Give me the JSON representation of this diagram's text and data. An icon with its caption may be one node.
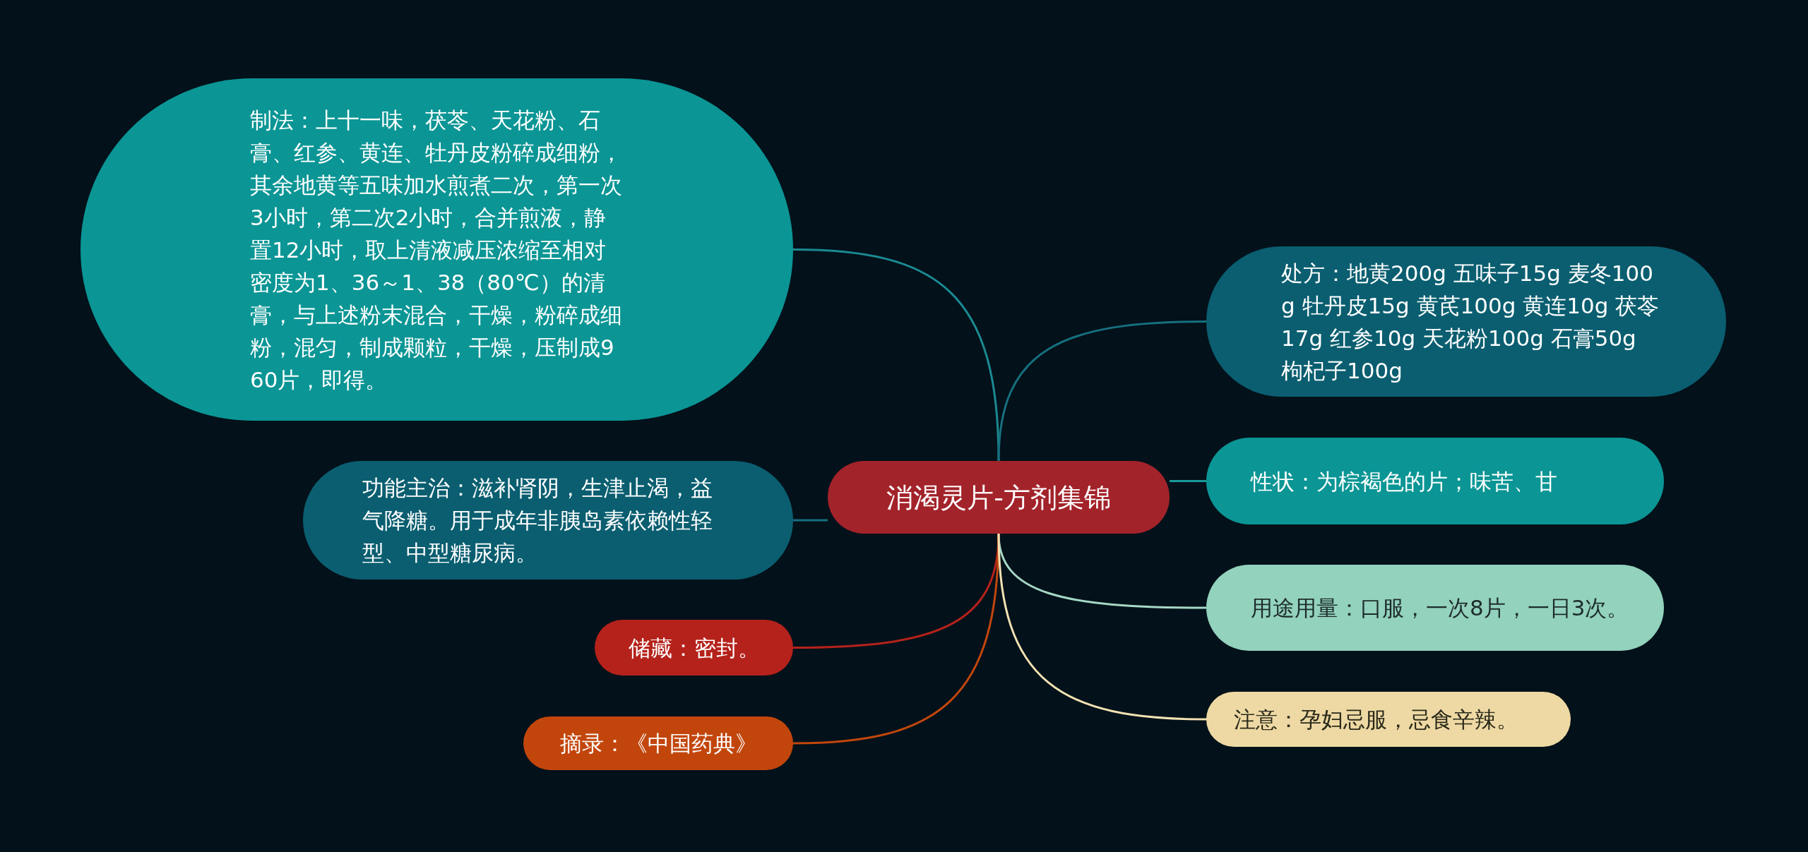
{
  "diagram": {
    "nodes": [
      {
        "text": [
          "消渴灵片-方剂集锦"
        ]
      },
      {
        "text": [
          "制法：上十一味，茯苓、天花粉、石膏、红参、黄连、牡丹皮粉碎成细粉，其余地黄等五味加水煎煮二次，第一次3小时，第二次2小时，合并煎液，静置12小时，取上清液减压浓缩至相对密度为1、36～1、38（80℃）的清膏，与上述粉末混合，干燥，粉碎成细粉，混匀，制成颗粒，干燥，压制成960片，即得。"
        ]
      },
      {
        "text": [
          "处方：地黄200g 五味子15g 麦冬100g 牡丹皮15g 黄芪100g 黄连10g 茯苓17g 红参10g 天花粉100g 石膏50g 枸杞子100g"
        ]
      },
      {
        "text": [
          "功能主治：滋补肾阴，生津止渴，益气降糖。用于成年非胰岛素依赖性轻型、中型糖尿病。"
        ]
      },
      {
        "text": [
          "性状：为棕褐色的片；味苦、甘"
        ]
      },
      {
        "text": [
          "储藏：密封。"
        ]
      },
      {
        "text": [
          "用途用量：口服，一次8片，一日3次。"
        ]
      },
      {
        "text": [
          "摘录：《中国药典》"
        ]
      },
      {
        "text": [
          "注意：孕妇忌服，忌食辛辣。"
        ]
      }
    ],
    "edges": [
      {
        "from": 0,
        "to": 1,
        "arrow": "none",
        "color": "#1b8a92"
      },
      {
        "from": 0,
        "to": 2,
        "arrow": "none",
        "color": "#16707f"
      },
      {
        "from": 0,
        "to": 3,
        "arrow": "none",
        "color": "#16707f"
      },
      {
        "from": 0,
        "to": 4,
        "arrow": "none",
        "color": "#1b9a9a"
      },
      {
        "from": 0,
        "to": 5,
        "arrow": "none",
        "color": "#b5221b"
      },
      {
        "from": 0,
        "to": 6,
        "arrow": "none",
        "color": "#a6d8c6"
      },
      {
        "from": 0,
        "to": 7,
        "arrow": "none",
        "color": "#c2460c"
      },
      {
        "from": 0,
        "to": 8,
        "arrow": "none",
        "color": "#f2e2b2"
      }
    ]
  }
}
